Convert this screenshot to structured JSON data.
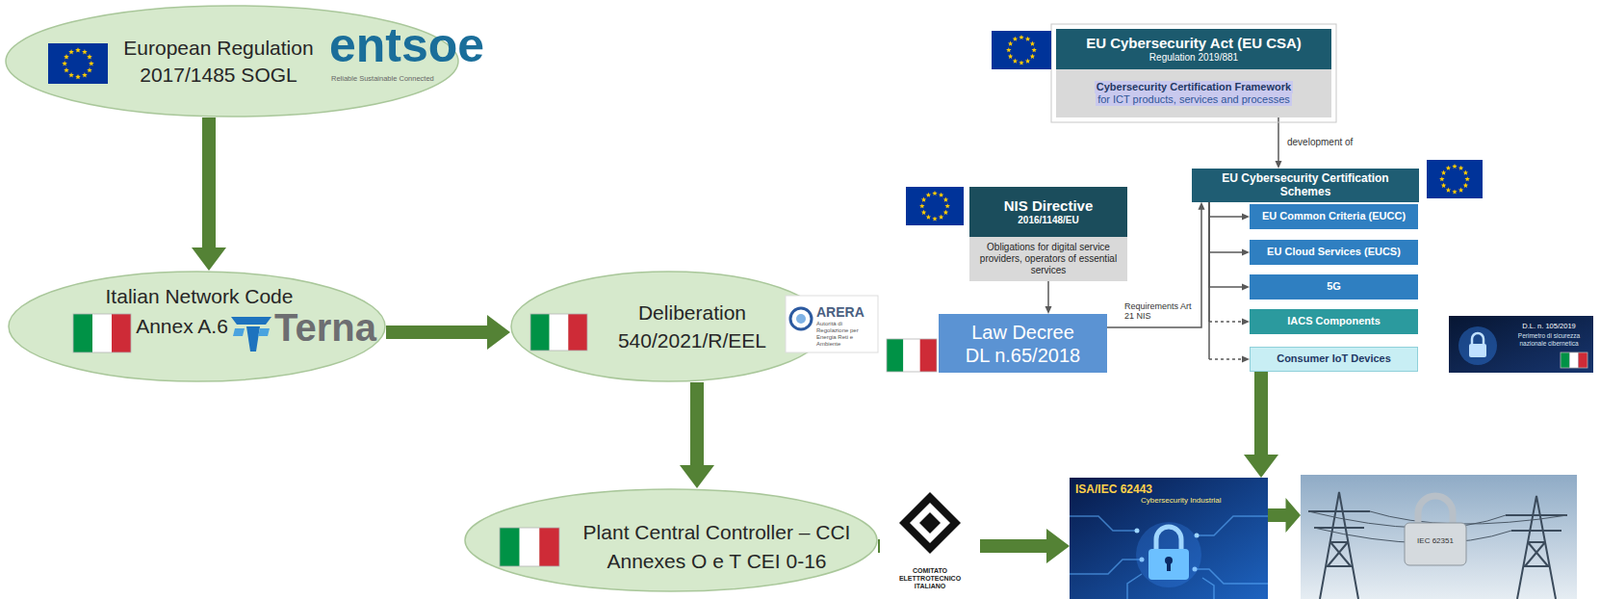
{
  "diagram": {
    "nodes": [
      {
        "text": [
          "European Regulation",
          "2017/1485 SOGL"
        ]
      },
      {
        "text": [
          "EU Cybersecurity Act (EU CSA)",
          "Regulation 2019/881",
          "Cybersecurity Certification Framework",
          "for ICT products, services and processes"
        ]
      },
      {
        "text": [
          "EU Cybersecurity Certification Schemes"
        ]
      },
      {
        "text": [
          "NIS Directive",
          "2016/1148/EU",
          "Obligations for digital service providers, operators of essential services"
        ]
      },
      {
        "text": [
          "EU Common Criteria (EUCC)"
        ]
      },
      {
        "text": [
          "EU Cloud Services (EUCS)"
        ]
      },
      {
        "text": [
          "5G"
        ]
      },
      {
        "text": [
          "Italian Network Code",
          "Annex A.6"
        ]
      },
      {
        "text": [
          "Deliberation",
          "540/2021/R/EEL"
        ]
      },
      {
        "text": [
          "Law Decree",
          "DL n.65/2018"
        ]
      },
      {
        "text": [
          "IACS Components"
        ]
      },
      {
        "text": [
          "Consumer IoT Devices"
        ]
      },
      {
        "text": [
          "D.L. n. 105/2019",
          "Perimetro di sicurezza nazionale cibernetica"
        ]
      },
      {
        "text": [
          "Plant Central Controller – CCI",
          "Annexes O e T CEI 0-16"
        ]
      },
      {
        "text": [
          "ISA/IEC 62443",
          "Cybersecurity Industrial"
        ]
      },
      {
        "text": [
          "IEC 62351"
        ]
      }
    ],
    "edges": [
      {
        "from": 0,
        "to": 7,
        "arrow": "to"
      },
      {
        "from": 7,
        "to": 8,
        "arrow": "to"
      },
      {
        "from": 8,
        "to": 13,
        "arrow": "to"
      },
      {
        "from": 1,
        "to": 2,
        "label": "development of",
        "arrow": "to"
      },
      {
        "from": 3,
        "to": 9,
        "arrow": "to"
      },
      {
        "from": 9,
        "to": 2,
        "label": "Requirements Art 21 NIS",
        "arrow": "to"
      },
      {
        "from": 2,
        "to": 4,
        "arrow": "to"
      },
      {
        "from": 2,
        "to": 5,
        "arrow": "to"
      },
      {
        "from": 2,
        "to": 6,
        "arrow": "to"
      },
      {
        "from": 2,
        "to": 10,
        "arrow": "to"
      },
      {
        "from": 2,
        "to": 11,
        "arrow": "to"
      },
      {
        "from": 11,
        "to": 14,
        "arrow": "to"
      },
      {
        "from": 13,
        "to": 14,
        "arrow": "to"
      },
      {
        "from": 14,
        "to": 15,
        "arrow": "to"
      }
    ],
    "labels": [
      "entsoe",
      "Reliable Sustainable Connected",
      "Terna",
      "ARERA",
      "Autorità di Regolazione per Energia Reti e Ambiente",
      "COMITATO ELETTROTECNICO ITALIANO"
    ]
  }
}
